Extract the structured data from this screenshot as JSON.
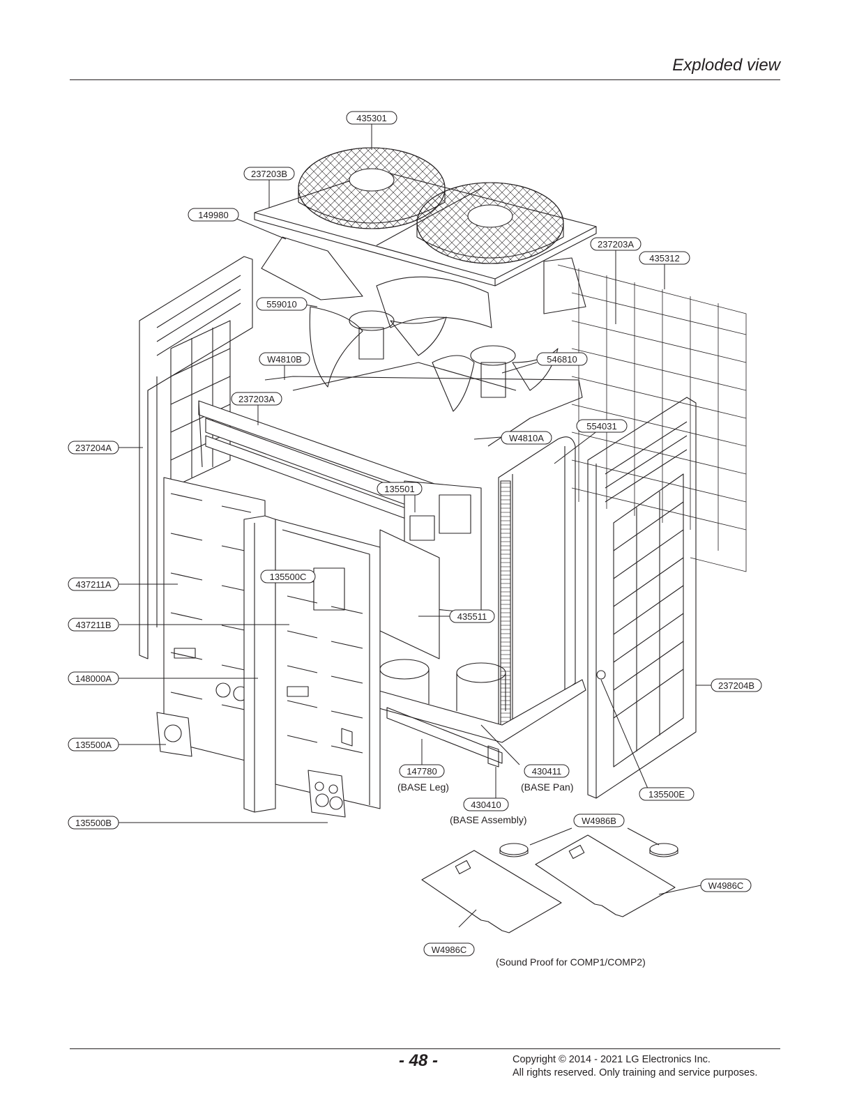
{
  "header": {
    "section_title": "Exploded view"
  },
  "callouts": [
    {
      "id": "435301",
      "text": "435301"
    },
    {
      "id": "237203B",
      "text": "237203B"
    },
    {
      "id": "149980",
      "text": "149980"
    },
    {
      "id": "237203A_top",
      "text": "237203A"
    },
    {
      "id": "435312",
      "text": "435312"
    },
    {
      "id": "559010",
      "text": "559010"
    },
    {
      "id": "W4810B",
      "text": "W4810B"
    },
    {
      "id": "546810",
      "text": "546810"
    },
    {
      "id": "237203A_mid",
      "text": "237203A"
    },
    {
      "id": "554031",
      "text": "554031"
    },
    {
      "id": "W4810A",
      "text": "W4810A"
    },
    {
      "id": "237204A",
      "text": "237204A"
    },
    {
      "id": "135501",
      "text": "135501"
    },
    {
      "id": "135500C",
      "text": "135500C"
    },
    {
      "id": "437211A",
      "text": "437211A"
    },
    {
      "id": "435511",
      "text": "435511"
    },
    {
      "id": "437211B",
      "text": "437211B"
    },
    {
      "id": "148000A",
      "text": "148000A"
    },
    {
      "id": "237204B",
      "text": "237204B"
    },
    {
      "id": "135500A",
      "text": "135500A"
    },
    {
      "id": "147780",
      "text": "147780"
    },
    {
      "id": "430411",
      "text": "430411"
    },
    {
      "id": "135500E",
      "text": "135500E"
    },
    {
      "id": "430410",
      "text": "430410"
    },
    {
      "id": "135500B",
      "text": "135500B"
    },
    {
      "id": "W4986B",
      "text": "W4986B"
    },
    {
      "id": "W4986C_right",
      "text": "W4986C"
    },
    {
      "id": "W4986C_left",
      "text": "W4986C"
    }
  ],
  "captions": {
    "base_leg": "(BASE Leg)",
    "base_pan": "(BASE Pan)",
    "base_assembly": "(BASE Assembly)",
    "sound_proof": "(Sound Proof for COMP1/COMP2)"
  },
  "footer": {
    "page_number": "- 48 -",
    "copyright_line1": "Copyright © 2014 - 2021 LG Electronics Inc.",
    "copyright_line2": "All rights reserved. Only training and service purposes."
  }
}
